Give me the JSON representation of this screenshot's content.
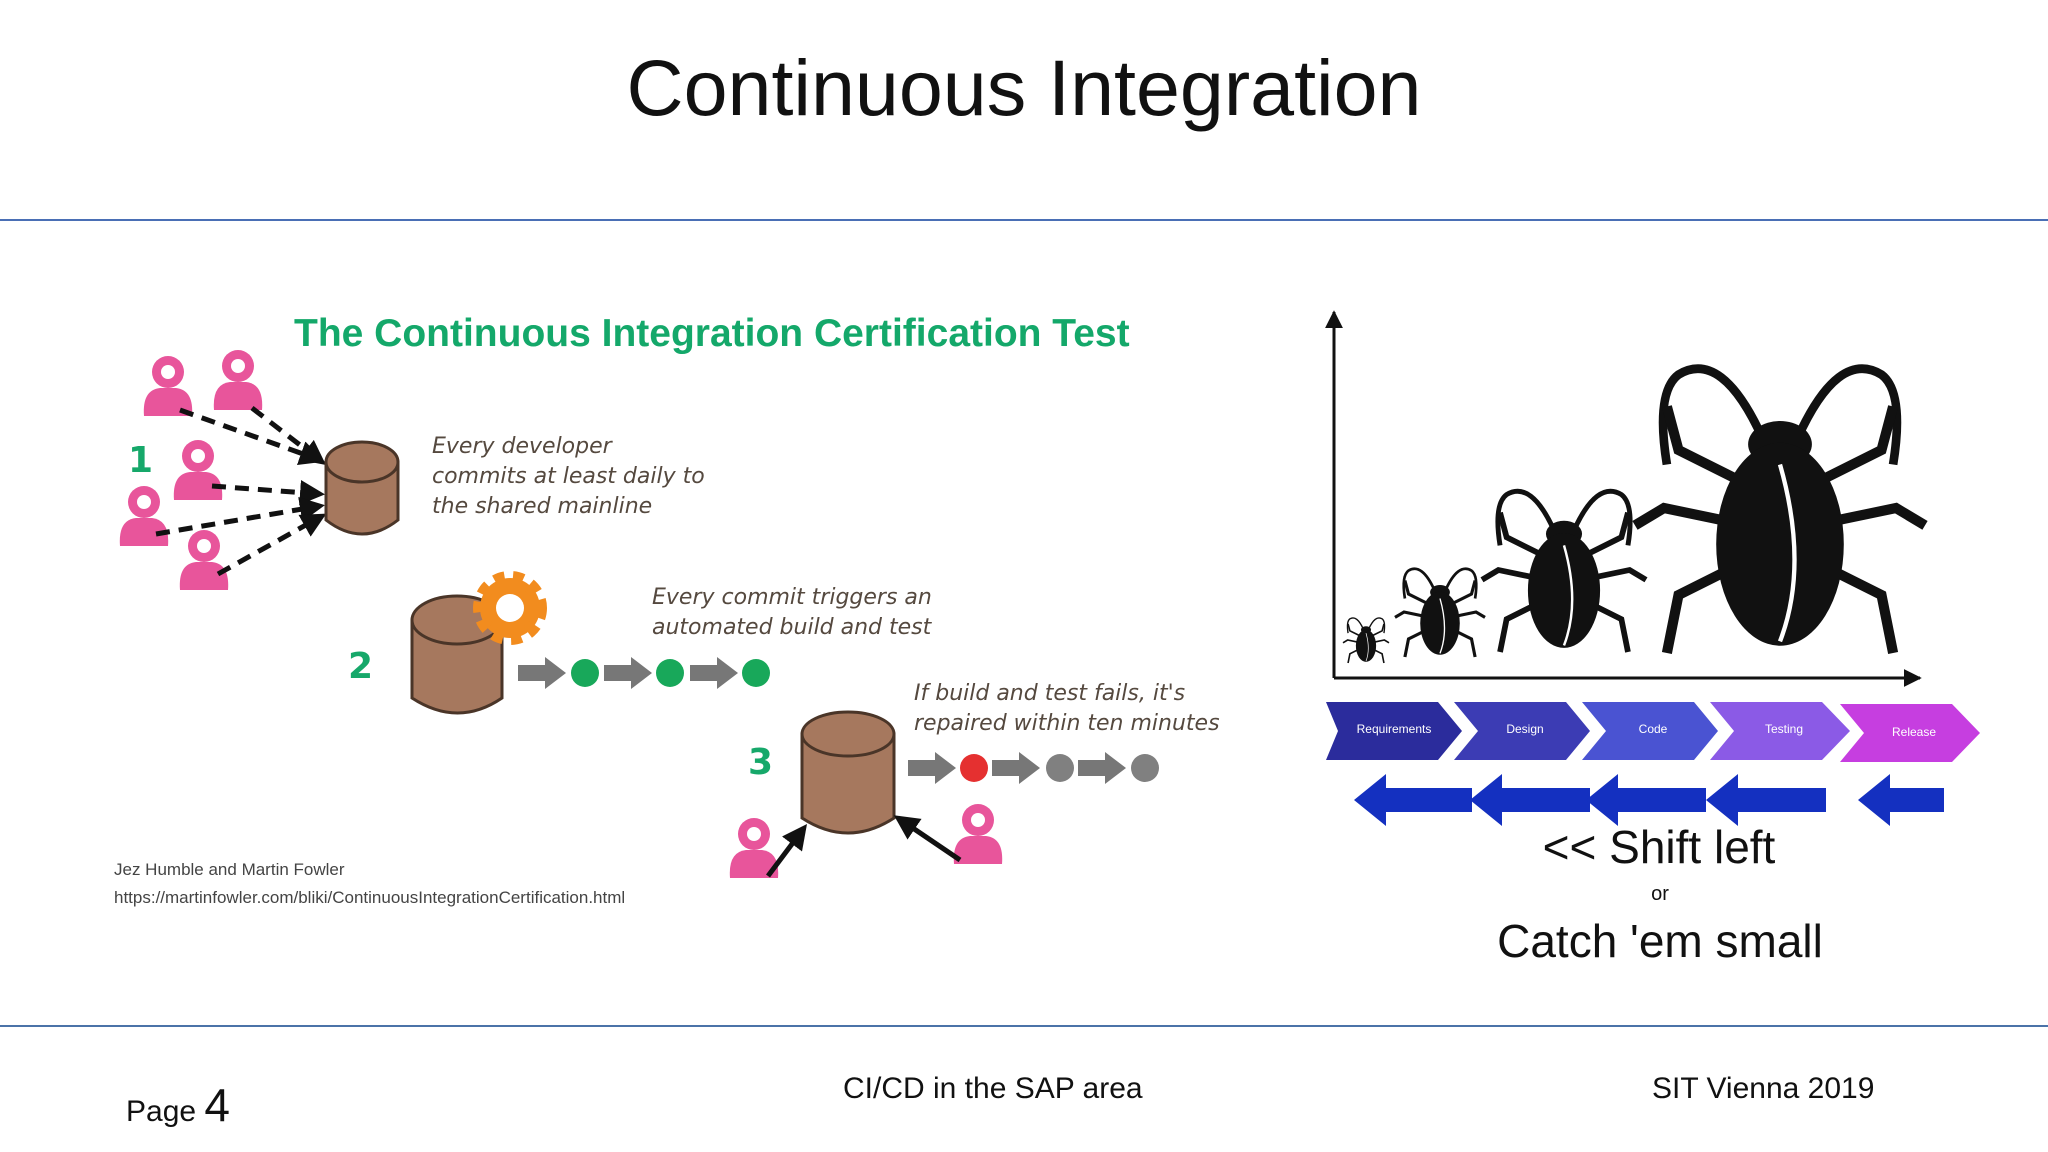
{
  "slide": {
    "title": "Continuous Integration"
  },
  "ci_diagram": {
    "title": "The Continuous Integration Certification Test",
    "steps": [
      {
        "number": "1",
        "text_lines": [
          "Every developer",
          "commits at least daily to",
          "the shared mainline"
        ]
      },
      {
        "number": "2",
        "text_lines": [
          "Every commit triggers an",
          "automated build and test"
        ]
      },
      {
        "number": "3",
        "text_lines": [
          "If build and test fails, it's",
          "repaired within ten minutes"
        ]
      }
    ],
    "credit": {
      "authors": "Jez Humble and Martin Fowler",
      "url": "https://martinfowler.com/bliki/ContinuousIntegrationCertification.html"
    },
    "colors": {
      "title": "#14a86a",
      "developer": "#e8559b",
      "repository": "#a6785e",
      "gear": "#f28c1e",
      "pass": "#18a85a",
      "fail": "#e53030",
      "pending": "#808080"
    }
  },
  "bug_cost_chart": {
    "phases": [
      "Requirements",
      "Design",
      "Code",
      "Testing",
      "Release"
    ],
    "phase_colors": [
      "#2b2c9c",
      "#3c3cb4",
      "#4a53d2",
      "#8b5ae6",
      "#c63ee0"
    ],
    "shift_left": "<< Shift left",
    "or": "or",
    "catch": "Catch 'em small",
    "icons": [
      "bug-icon",
      "arrow-left-icon"
    ]
  },
  "footer": {
    "page_label": "Page",
    "page_number": "4",
    "center": "CI/CD in the SAP area",
    "right": "SIT Vienna 2019"
  }
}
